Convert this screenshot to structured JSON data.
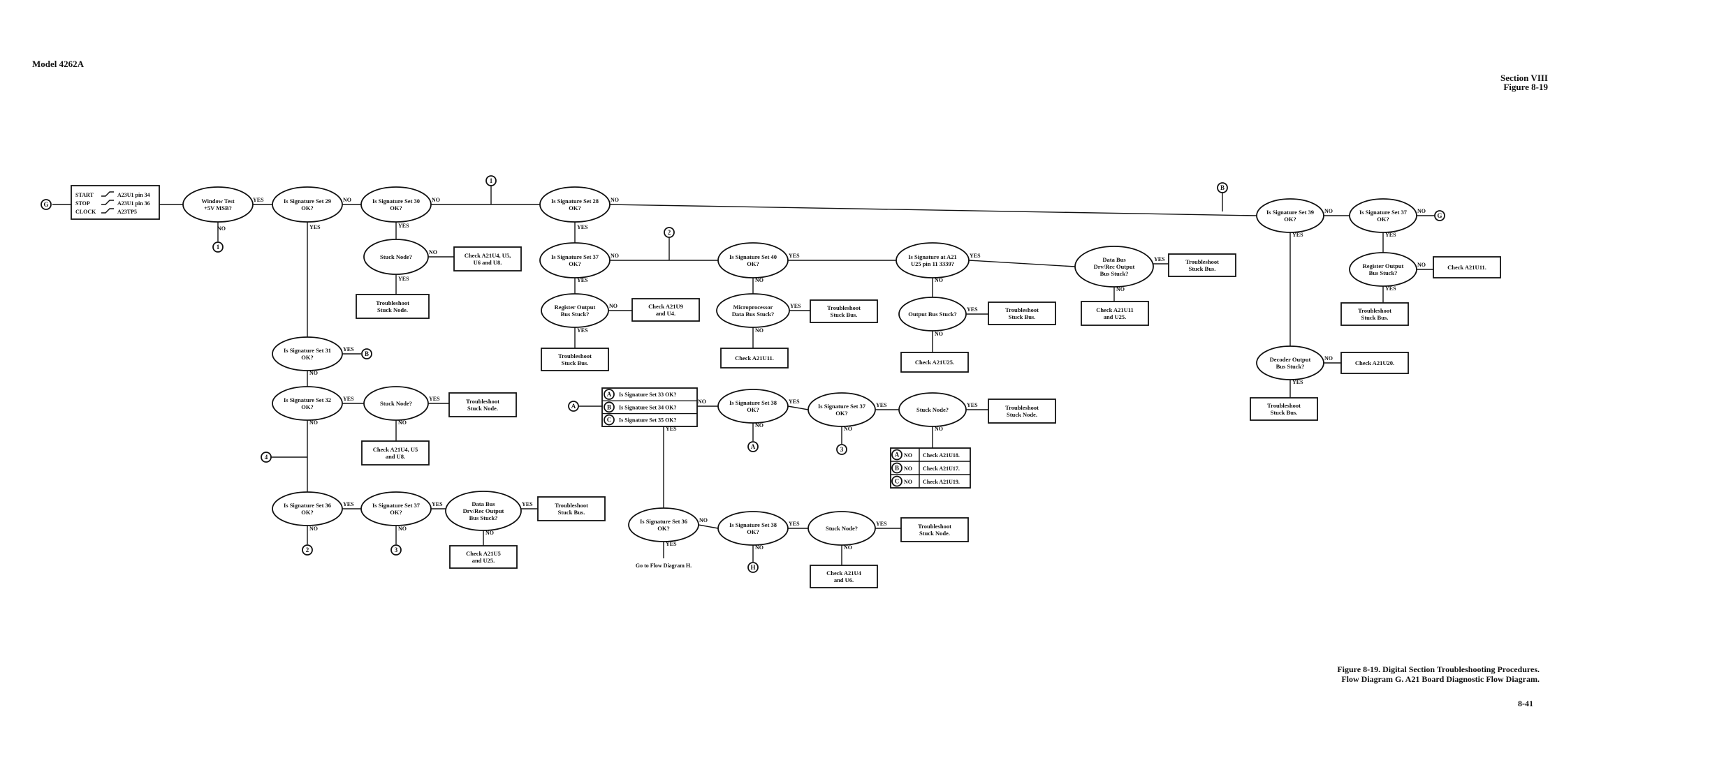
{
  "header": {
    "model": "Model 4262A",
    "section": "Section VIII",
    "figure": "Figure 8-19"
  },
  "caption": {
    "line1": "Figure 8-19.  Digital Section Troubleshooting Procedures.",
    "line2": "Flow Diagram G.  A21 Board Diagnostic Flow Diagram."
  },
  "page_number": "8-41",
  "start_box": {
    "labels": [
      "START",
      "STOP",
      "CLOCK"
    ],
    "values": [
      "A23U1 pin 34",
      "A23U1 pin 36",
      "A23TP5"
    ]
  },
  "nodes": {
    "n_window": [
      "Window Test",
      "+5V MSB?"
    ],
    "n_s29": [
      "Is Signature Set 29",
      "OK?"
    ],
    "n_s30": [
      "Is Signature Set 30",
      "OK?"
    ],
    "n_s28": [
      "Is Signature Set 28",
      "OK?"
    ],
    "n_s39": [
      "Is Signature Set 39",
      "OK?"
    ],
    "n_s37b": [
      "Is Signature Set 37",
      "OK?"
    ],
    "n_stuck_a": [
      "Stuck Node?"
    ],
    "b_check_a": [
      "Check A21U4, U5,",
      "U6 and U8."
    ],
    "b_tstuck_a": [
      "Troubleshoot",
      "Stuck Node."
    ],
    "n_s37a": [
      "Is Signature Set 37",
      "OK?"
    ],
    "n_s40": [
      "Is Signature Set 40",
      "OK?"
    ],
    "n_sa21": [
      "Is Signature at A21",
      "U25 pin 11 3339?"
    ],
    "n_dbus_a": [
      "Data Bus",
      "Drv/Rec Output",
      "Bus Stuck?"
    ],
    "b_tbus_a": [
      "Troubleshoot",
      "Stuck Bus."
    ],
    "b_check_u11a": [
      "Check A21U11",
      "and U25."
    ],
    "n_reg_a": [
      "Register Output",
      "Bus Stuck?"
    ],
    "b_check_u9": [
      "Check A21U9",
      "and U4."
    ],
    "b_tbus_b": [
      "Troubleshoot",
      "Stuck Bus."
    ],
    "n_micro": [
      "Microprocessor",
      "Data Bus Stuck?"
    ],
    "b_tbus_c": [
      "Troubleshoot",
      "Stuck Bus."
    ],
    "b_check_u11b": [
      "Check A21U11."
    ],
    "n_outbus": [
      "Output Bus Stuck?"
    ],
    "b_tbus_d": [
      "Troubleshoot",
      "Stuck Bus."
    ],
    "b_check_u25": [
      "Check A21U25."
    ],
    "n_reg_b": [
      "Register Output",
      "Bus Stuck?"
    ],
    "b_check_u11c": [
      "Check A21U11."
    ],
    "b_tbus_e": [
      "Troubleshoot",
      "Stuck Bus."
    ],
    "n_dec": [
      "Decoder Output",
      "Bus Stuck?"
    ],
    "b_check_u20": [
      "Check A21U20."
    ],
    "b_tbus_f": [
      "Troubleshoot",
      "Stuck Bus."
    ],
    "n_s31": [
      "Is Signature Set 31",
      "OK?"
    ],
    "n_s32": [
      "Is Signature Set 32",
      "OK?"
    ],
    "n_stuck_b": [
      "Stuck Node?"
    ],
    "b_tstuck_b": [
      "Troubleshoot",
      "Stuck Node."
    ],
    "b_check_b": [
      "Check A21U4, U5",
      "and U8."
    ],
    "n_s36a": [
      "Is Signature Set 36",
      "OK?"
    ],
    "n_s37c": [
      "Is Signature Set 37",
      "OK?"
    ],
    "n_dbus_b": [
      "Data Bus",
      "Drv/Rec Output",
      "Bus Stuck?"
    ],
    "b_tbus_g": [
      "Troubleshoot",
      "Stuck Bus."
    ],
    "b_check_u5": [
      "Check A21U5",
      "and U25."
    ],
    "n_s38a": [
      "Is Signature Set 38",
      "OK?"
    ],
    "n_s37d": [
      "Is Signature Set 37",
      "OK?"
    ],
    "n_stuck_c": [
      "Stuck Node?"
    ],
    "b_tstuck_c": [
      "Troubleshoot",
      "Stuck Node."
    ],
    "n_s36b": [
      "Is Signature Set 36",
      "OK?"
    ],
    "n_s38b": [
      "Is Signature Set 38",
      "OK?"
    ],
    "n_stuck_d": [
      "Stuck Node?"
    ],
    "b_tstuck_d": [
      "Troubleshoot",
      "Stuck Node."
    ],
    "b_check_u4": [
      "Check A21U4",
      "and U6."
    ]
  },
  "multi_box": {
    "rows": [
      {
        "marker": "A",
        "text": "Is Signature Set 33 OK?"
      },
      {
        "marker": "B",
        "text": "Is Signature Set 34 OK?"
      },
      {
        "marker": "C",
        "text": "Is Signature Set 35 OK?"
      }
    ]
  },
  "check_table": {
    "rows": [
      {
        "marker": "A",
        "ans": "NO",
        "text": "Check A21U18."
      },
      {
        "marker": "B",
        "ans": "NO",
        "text": "Check A21U17."
      },
      {
        "marker": "C",
        "ans": "NO",
        "text": "Check A21U19."
      }
    ]
  },
  "edge_labels": {
    "yes": "YES",
    "no": "NO"
  },
  "goto_text": "Go to Flow Diagram H.",
  "connectors": {
    "g": "G",
    "one": "1",
    "two": "2",
    "three": "3",
    "four": "4",
    "b": "B",
    "a": "A",
    "h": "H"
  }
}
